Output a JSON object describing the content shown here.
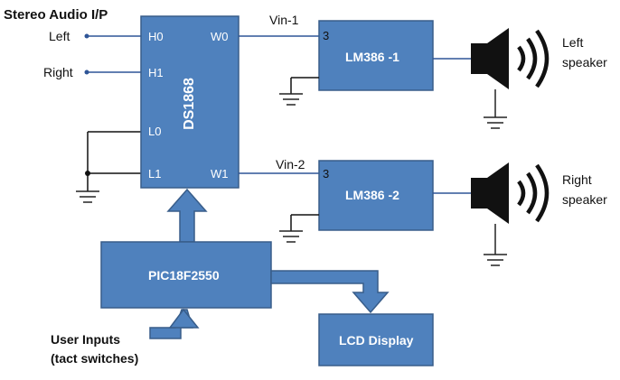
{
  "diagram": {
    "title": "Stereo Audio I/P",
    "inputs": {
      "left": "Left",
      "right": "Right"
    },
    "ds1868": {
      "name": "DS1868",
      "pins": {
        "h0": "H0",
        "h1": "H1",
        "l0": "L0",
        "l1": "L1",
        "w0": "W0",
        "w1": "W1"
      }
    },
    "amp1": {
      "name": "LM386 -1",
      "pin": "3",
      "input_label": "Vin-1"
    },
    "amp2": {
      "name": "LM386 -2",
      "pin": "3",
      "input_label": "Vin-2"
    },
    "speaker_left": {
      "line1": "Left",
      "line2": "speaker"
    },
    "speaker_right": {
      "line1": "Right",
      "line2": "speaker"
    },
    "mcu": {
      "name": "PIC18F2550"
    },
    "lcd": {
      "name": "LCD Display"
    },
    "user_inputs": {
      "line1": "User Inputs",
      "line2": "(tact switches)"
    },
    "colors": {
      "block_fill": "#4f81bd",
      "block_stroke": "#385d8a",
      "wire": "#1f4e79",
      "ground": "#222222",
      "speaker": "#111111"
    }
  }
}
